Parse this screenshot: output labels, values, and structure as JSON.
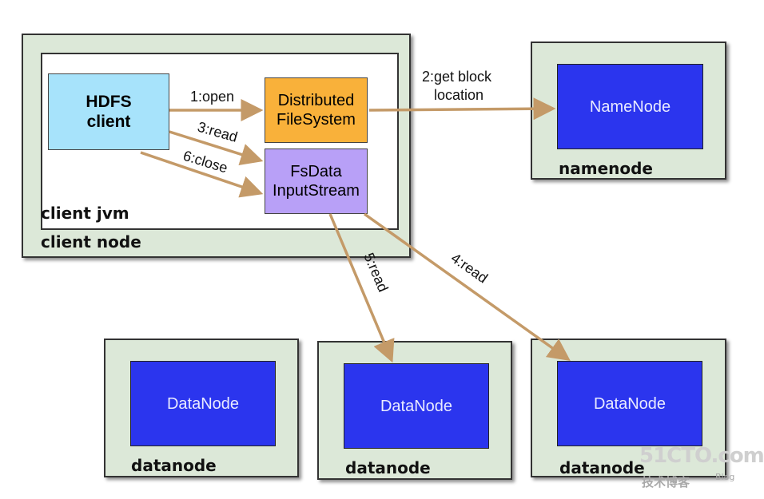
{
  "client_node": {
    "label": "client node",
    "jvm_label": "client jvm",
    "hdfs_client": {
      "line1": "HDFS",
      "line2": "client"
    },
    "distributed_fs": {
      "line1": "Distributed",
      "line2": "FileSystem"
    },
    "fsdata": {
      "line1": "FsData",
      "line2": "InputStream"
    }
  },
  "namenode": {
    "box_label": "NameNode",
    "node_label": "namenode"
  },
  "datanodes": [
    {
      "box_label": "DataNode",
      "node_label": "datanode"
    },
    {
      "box_label": "DataNode",
      "node_label": "datanode"
    },
    {
      "box_label": "DataNode",
      "node_label": "datanode"
    }
  ],
  "edges": {
    "open": "1:open",
    "get_block_line1": "2:get block",
    "get_block_line2": "location",
    "read3": "3:read",
    "read4": "4:read",
    "read5": "5:read",
    "close6": "6:close"
  },
  "colors": {
    "arrow": "#c49a68",
    "node_bg": "#dce8d8",
    "blue_box": "#2b35ee",
    "hdfs_client": "#a7e3fb",
    "distributed_fs": "#f9b13a",
    "fsdata": "#b8a0f7"
  },
  "watermark": {
    "main": "51CTO.com",
    "sub": "技术博客",
    "blog": "Blog"
  }
}
